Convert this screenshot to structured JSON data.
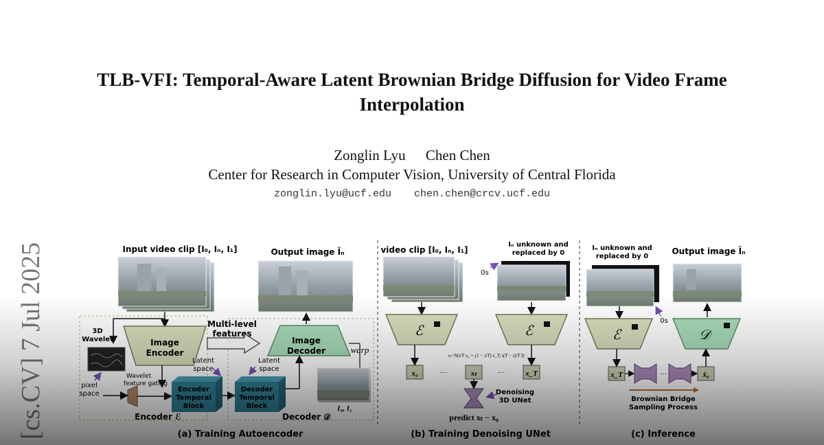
{
  "paper": {
    "title": "TLB-VFI: Temporal-Aware Latent Brownian Bridge Diffusion for Video Frame Interpolation",
    "authors": [
      "Zonglin Lyu",
      "Chen Chen"
    ],
    "affiliation": "Center for Research in Computer Vision, University of Central Florida",
    "emails": [
      "zonglin.lyu@ucf.edu",
      "chen.chen@crcv.ucf.edu"
    ],
    "arxiv_stamp": "[cs.CV]  7 Jul 2025"
  },
  "figure": {
    "panel_a": {
      "input_label": "Input video clip [I₀, Iₙ, I₁]",
      "output_label": "Output image Îₙ",
      "wavelet_label_1": "3D",
      "wavelet_label_2": "Wavelet",
      "pixel_label_1": "pixel",
      "pixel_label_2": "space",
      "gating_label": "Wavelet",
      "gating_label_2": "feature gating",
      "image_encoder_1": "Image",
      "image_encoder_2": "Encoder",
      "image_decoder_1": "Image",
      "image_decoder_2": "Decoder",
      "multilevel_1": "Multi-level",
      "multilevel_2": "features",
      "latent_1": "Latent",
      "latent_2": "space",
      "enc_block_1": "Encoder",
      "enc_block_2": "Temporal",
      "enc_block_3": "Block",
      "dec_block_1": "Decoder",
      "dec_block_2": "Temporal",
      "dec_block_3": "Block",
      "warp_label": "warp",
      "frames_label": "I₀, I₁",
      "encoder_group": "Encoder ℰ",
      "decoder_group": "Decoder 𝒟",
      "caption": "(a) Training Autoencoder"
    },
    "panel_b": {
      "clip_label": "video clip [I₀, Iₙ, I₁]",
      "unknown_1": "Iₙ unknown and",
      "unknown_2": "replaced by 0",
      "zeros_label": "0s",
      "enc_symbol": "ℰ",
      "x0": "x₀",
      "xt": "xₜ",
      "xT": "x_T",
      "dots": "···",
      "formula": "xₜ~N(t/T x₀ + (1 − t/T) x_T, t(T − t)/T I)",
      "unet_1": "Denoising",
      "unet_2": "3D UNet",
      "predict": "predict xₜ − x₀",
      "caption": "(b) Training Denoising UNet"
    },
    "panel_c": {
      "unknown_1": "Iₙ unknown  and",
      "unknown_2": "replaced by 0",
      "output_label": "Output image Îₙ",
      "zeros_label": "0s",
      "enc_symbol": "ℰ",
      "dec_symbol": "𝒟",
      "xT": "x_T",
      "x0hat": "x̂₀",
      "dots": "···",
      "sampling_1": "Brownian Bridge",
      "sampling_2": "Sampling Process",
      "caption": "(c) Inference"
    },
    "colors": {
      "encoder_fill": "#d9dcbc",
      "decoder_fill": "#a8dcb8",
      "temporal_block": "#2f7f93",
      "unet_fill": "#a98ab8",
      "latent_fill": "#c9ccb0",
      "arrow_accent": "#7a4fb5",
      "sampling_arrow": "#b0703a",
      "group_border": "#c8b24a"
    }
  }
}
